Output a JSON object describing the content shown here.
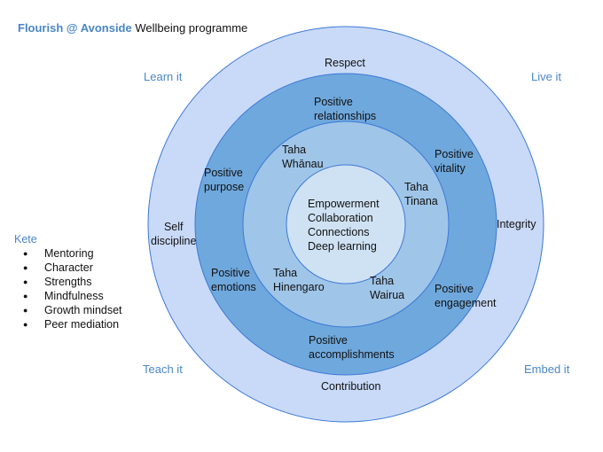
{
  "title": {
    "brand": "Flourish @ Avonside",
    "rest": " Wellbeing programme"
  },
  "corners": {
    "top_left": "Learn it",
    "top_right": "Live it",
    "bottom_left": "Teach it",
    "bottom_right": "Embed it"
  },
  "colors": {
    "outer_ring": "#c9daf8",
    "second_ring": "#6fa8dc",
    "third_ring": "#9fc5e8",
    "core": "#cfe2f3",
    "accent_text": "#4a86c8",
    "ring_border": "#3c78d8"
  },
  "outer_ring": {
    "top": "Respect",
    "bottom": "Contribution",
    "right": "Integrity",
    "left_line1": "Self",
    "left_line2": "discipline"
  },
  "second_ring": {
    "relationships_line1": "Positive",
    "relationships_line2": "relationships",
    "purpose_line1": "Positive",
    "purpose_line2": "purpose",
    "vitality_line1": "Positive",
    "vitality_line2": "vitality",
    "emotions_line1": "Positive",
    "emotions_line2": "emotions",
    "engagement_line1": "Positive",
    "engagement_line2": "engagement",
    "accomplishments_line1": "Positive",
    "accomplishments_line2": "accomplishments"
  },
  "third_ring": {
    "whanau_line1": "Taha",
    "whanau_line2": "Whānau",
    "tinana_line1": "Taha",
    "tinana_line2": "Tinana",
    "hinengaro_line1": "Taha",
    "hinengaro_line2": "Hinengaro",
    "wairua_line1": "Taha",
    "wairua_line2": "Wairua"
  },
  "core": {
    "lines": [
      "Empowerment",
      "Collaboration",
      "Connections",
      "Deep learning"
    ]
  },
  "kete": {
    "title": "Kete",
    "items": [
      "Mentoring",
      "Character",
      "Strengths",
      "Mindfulness",
      "Growth mindset",
      "Peer mediation"
    ]
  }
}
